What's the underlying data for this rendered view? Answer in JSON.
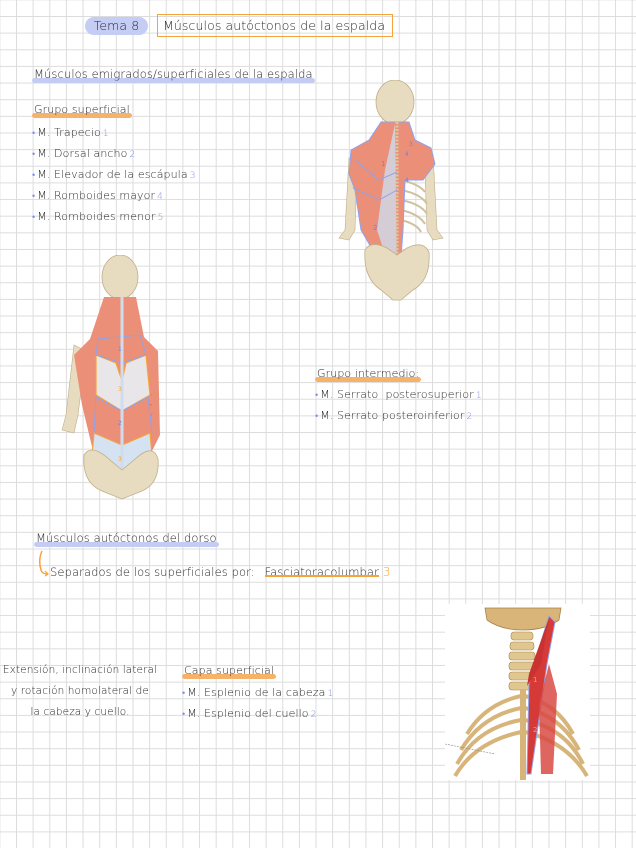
{
  "header": {
    "topic_label": "Tema 8",
    "title": "Músculos autóctonos de la espalda"
  },
  "section_superficial_back": {
    "heading": "Músculos emigrados/superficiales de la espalda",
    "superficial_group": {
      "heading": "Grupo superficial",
      "items": [
        {
          "label": "M. Trapecio",
          "num": "1"
        },
        {
          "label": "M. Dorsal ancho",
          "num": "2"
        },
        {
          "label": "M. Elevador de la escápula",
          "num": "3"
        },
        {
          "label": "M. Romboides mayor",
          "num": "4"
        },
        {
          "label": "M. Romboides menor",
          "num": "5"
        }
      ]
    },
    "intermediate_group": {
      "heading": "Grupo intermedio:",
      "items": [
        {
          "label": "M. Serrato  posterosuperior",
          "num": "1"
        },
        {
          "label": "M. Serrato posteroinferior",
          "num": "2"
        }
      ]
    }
  },
  "section_autochthonous": {
    "heading": "Músculos autóctonos del dorso",
    "note_prefix": "Separados de los superficiales por:",
    "note_highlight": "Fasciatoracolumbar",
    "note_num": "3",
    "function_note": [
      "Extensión, inclinación lateral",
      "y rotación homolateral de",
      "la cabeza y cuello."
    ],
    "superficial_layer": {
      "heading": "Capa superficial",
      "items": [
        {
          "label": "M. Esplenio de la cabeza",
          "num": "1"
        },
        {
          "label": "M. Esplenio del cuello",
          "num": "2"
        }
      ]
    }
  },
  "figures": {
    "fig1_labels": [
      "1",
      "2",
      "3",
      "4",
      "4"
    ],
    "fig2_labels": [
      "1",
      "3",
      "2",
      "3"
    ],
    "fig3_labels": [
      "1",
      "2"
    ]
  },
  "colors": {
    "grid": "#dcdcdc",
    "accent_blue": "#c4ccf4",
    "accent_orange": "#f5a33b",
    "muscle": "#ec8f78",
    "bone": "#e8dcc0"
  }
}
